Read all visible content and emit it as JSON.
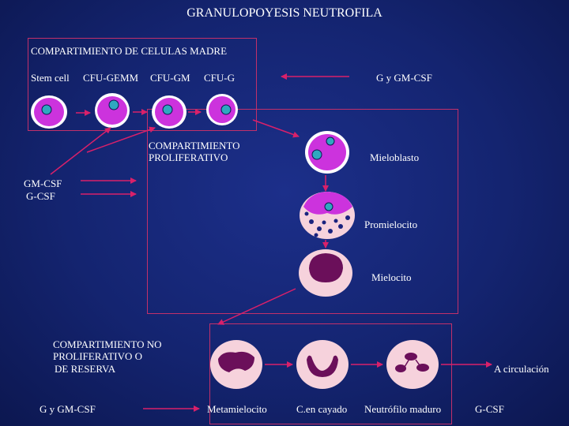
{
  "title": "GRANULOPOYESIS NEUTROFILA",
  "stem_compartment": {
    "heading": "COMPARTIMIENTO DE CELULAS MADRE",
    "cells": [
      "Stem cell",
      "CFU-GEMM",
      "CFU-GM",
      "CFU-G"
    ],
    "factor": "G y GM-CSF"
  },
  "proliferative": {
    "heading_line1": "COMPARTIMIENTO",
    "heading_line2": "PROLIFERATIVO",
    "cells": [
      "Mieloblasto",
      "Promielocito",
      "Mielocito"
    ],
    "factor_line1": "GM-CSF",
    "factor_line2": "G-CSF"
  },
  "reserve": {
    "heading_line1": "COMPARTIMIENTO NO",
    "heading_line2": "PROLIFERATIVO O",
    "heading_line3": "DE RESERVA",
    "cells": [
      "Metamielocito",
      "C.en cayado",
      "Neutrófilo maduro"
    ],
    "factor_left": "G y GM-CSF",
    "exit_label": "A circulación",
    "factor_right": "G-CSF"
  },
  "colors": {
    "background": "#142470",
    "box_border": "#c2306a",
    "arrow": "#d9206a",
    "stem_cytoplasm": "#cc33dd",
    "nucleus_small": "#2fa8c0",
    "mature_nucleus": "#6b0f5a",
    "mature_cytoplasm": "#f6d2dc"
  }
}
